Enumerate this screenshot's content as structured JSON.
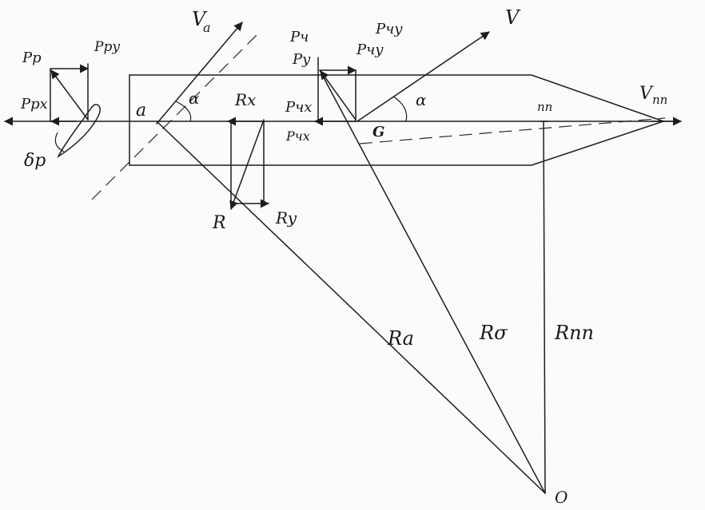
{
  "labels": {
    "v_a": "V",
    "v_a_sub": "a",
    "v": "V",
    "v_pp": "V",
    "v_pp_sub": "пп",
    "pp": "пп",
    "p_ch": "Pч",
    "p_y": "Py",
    "p_chy": "Pчy",
    "p_uy": "Pчy",
    "p_ux": "Pчx",
    "p_chx": "Pчx",
    "p_p": "Pp",
    "p_py": "Ppy",
    "p_px": "Ppx",
    "delta_p": "δp",
    "a": "a",
    "alpha1": "α",
    "alpha2": "α",
    "g": "G",
    "r_x": "Rx",
    "r_y": "Ry",
    "r": "R",
    "r_a": "Ra",
    "r_g": "Rσ",
    "r_pp": "Rпп",
    "o": "O"
  }
}
